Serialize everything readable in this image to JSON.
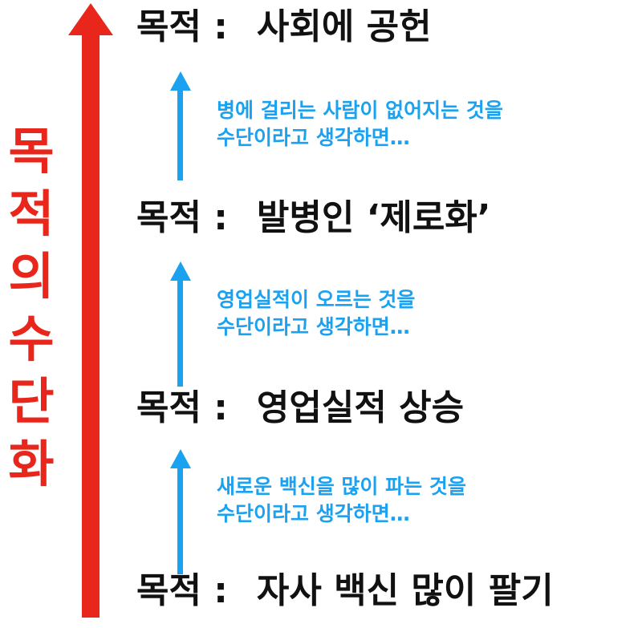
{
  "colors": {
    "red": "#e8261b",
    "blue": "#1aa1f0",
    "text": "#111111"
  },
  "side_label": {
    "chars": [
      "목",
      "적",
      "의",
      "수",
      "단",
      "화"
    ]
  },
  "goals": [
    {
      "prefix": "목적 :",
      "text": "사회에 공헌"
    },
    {
      "prefix": "목적 :",
      "text": "발병인 ‘제로화’"
    },
    {
      "prefix": "목적 :",
      "text": "영업실적 상승"
    },
    {
      "prefix": "목적 :",
      "text": "자사 백신 많이 팔기"
    }
  ],
  "notes": [
    {
      "line1": "병에 걸리는 사람이 없어지는 것을",
      "line2": "수단이라고 생각하면…"
    },
    {
      "line1": "영업실적이 오르는 것을",
      "line2": "수단이라고 생각하면…"
    },
    {
      "line1": "새로운 백신을 많이 파는 것을",
      "line2": "수단이라고 생각하면…"
    }
  ]
}
